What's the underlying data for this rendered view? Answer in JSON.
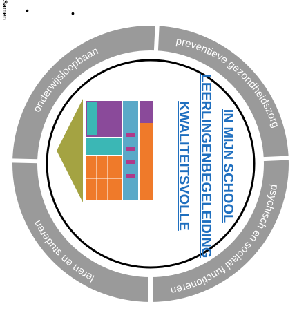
{
  "corner": {
    "label": "Samen",
    "bullets": [
      "•",
      "•"
    ]
  },
  "segments": [
    "onderwijsloopbaan",
    "preventieve gezondheidszorg",
    "psychisch en sociaal functioneren",
    "leren en studeren"
  ],
  "title_lines": [
    "KWALITEITSVOLLE",
    "LEERLINGENBEGELEIDING",
    "IN MIJN SCHOOL"
  ],
  "colors": {
    "ring": "#8f8f8f",
    "ring_light": "#a3a3a3",
    "divider": "#ffffff",
    "title": "#1f6fbf",
    "house_roof": "#a4a342",
    "house_orange": "#ef7a2a",
    "house_teal": "#3bb7b5",
    "house_purple": "#8a4a9a",
    "house_window": "#5aa9c8"
  },
  "icons": {
    "house": "school-house-diagram-icon"
  }
}
